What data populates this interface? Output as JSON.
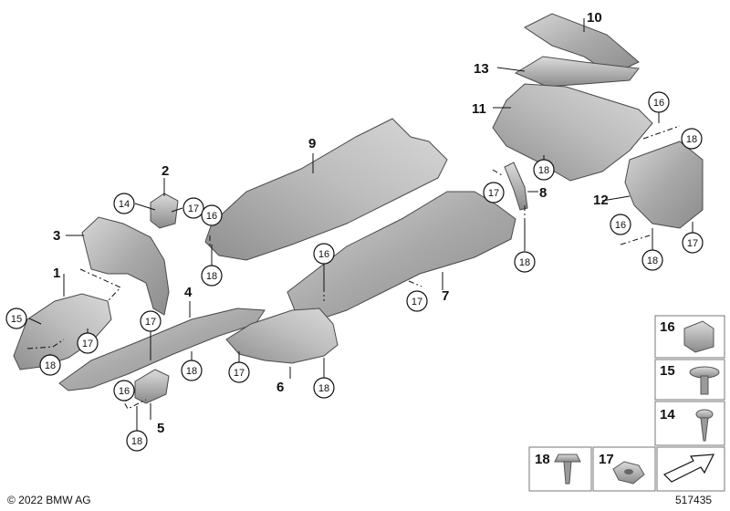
{
  "parts": [
    {
      "id": "n1",
      "label": "1"
    },
    {
      "id": "n2",
      "label": "2"
    },
    {
      "id": "n3",
      "label": "3"
    },
    {
      "id": "n4",
      "label": "4"
    },
    {
      "id": "n5",
      "label": "5"
    },
    {
      "id": "n6",
      "label": "6"
    },
    {
      "id": "n7",
      "label": "7"
    },
    {
      "id": "n8",
      "label": "8"
    },
    {
      "id": "n9",
      "label": "9"
    },
    {
      "id": "n10",
      "label": "10"
    },
    {
      "id": "n11",
      "label": "11"
    },
    {
      "id": "n12",
      "label": "12"
    },
    {
      "id": "n13",
      "label": "13"
    }
  ],
  "callouts": [
    {
      "id": "c15a",
      "label": "15"
    },
    {
      "id": "c17a",
      "label": "17"
    },
    {
      "id": "c18a",
      "label": "18"
    },
    {
      "id": "c14a",
      "label": "14"
    },
    {
      "id": "c17b",
      "label": "17"
    },
    {
      "id": "c16a",
      "label": "16"
    },
    {
      "id": "c18b",
      "label": "18"
    },
    {
      "id": "c17c",
      "label": "17"
    },
    {
      "id": "c18c",
      "label": "18"
    },
    {
      "id": "c16b",
      "label": "16"
    },
    {
      "id": "c18d",
      "label": "18"
    },
    {
      "id": "c17d",
      "label": "17"
    },
    {
      "id": "c18e",
      "label": "18"
    },
    {
      "id": "c16c",
      "label": "16"
    },
    {
      "id": "c18f",
      "label": "18"
    },
    {
      "id": "c17e",
      "label": "17"
    },
    {
      "id": "c17f",
      "label": "17"
    },
    {
      "id": "c18g",
      "label": "18"
    },
    {
      "id": "c16d",
      "label": "16"
    },
    {
      "id": "c18h",
      "label": "18"
    },
    {
      "id": "c17g",
      "label": "17"
    },
    {
      "id": "c16e",
      "label": "16"
    },
    {
      "id": "c18i",
      "label": "18"
    },
    {
      "id": "c17h",
      "label": "17"
    }
  ],
  "legend": {
    "items": [
      {
        "id": "l16",
        "label": "16"
      },
      {
        "id": "l15",
        "label": "15"
      },
      {
        "id": "l14",
        "label": "14"
      },
      {
        "id": "l18",
        "label": "18"
      },
      {
        "id": "l17",
        "label": "17"
      }
    ]
  },
  "footer": {
    "copyright": "© 2022 BMW AG",
    "doc_number": "517435"
  }
}
